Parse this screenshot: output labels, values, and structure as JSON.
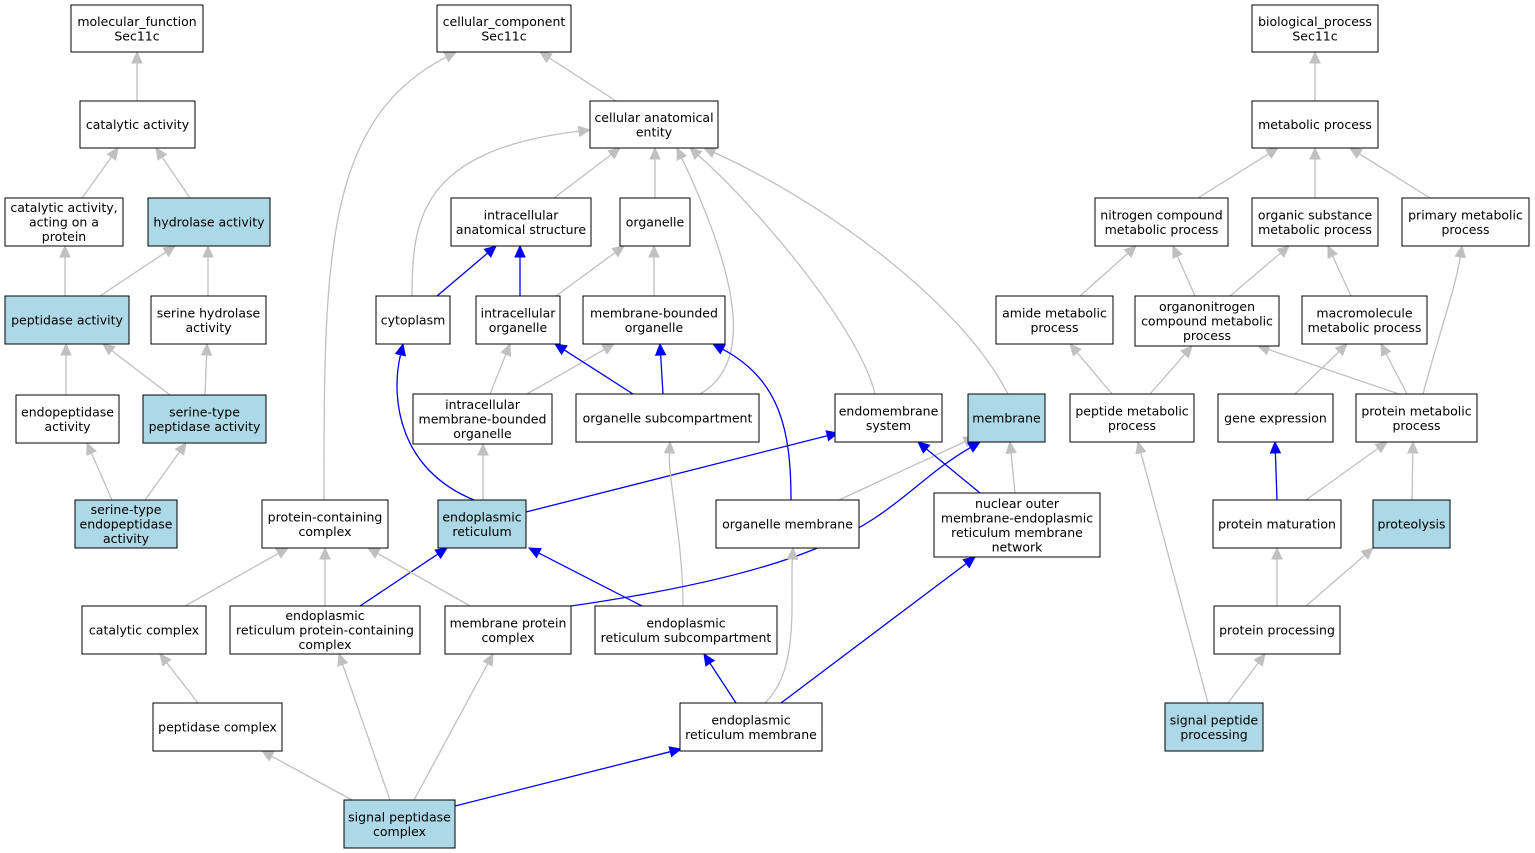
{
  "colors": {
    "highlight_fill": "#add8e6",
    "plain_fill": "#ffffff",
    "gray_edge": "#c0c0c0",
    "blue_edge": "#0000ff"
  },
  "nodes": [
    {
      "id": "mf",
      "lines": [
        "molecular_function",
        "Sec11c"
      ],
      "highlight": false
    },
    {
      "id": "cc",
      "lines": [
        "cellular_component",
        "Sec11c"
      ],
      "highlight": false
    },
    {
      "id": "bp",
      "lines": [
        "biological_process",
        "Sec11c"
      ],
      "highlight": false
    },
    {
      "id": "cat",
      "lines": [
        "catalytic activity"
      ],
      "highlight": false
    },
    {
      "id": "cae",
      "lines": [
        "cellular anatomical",
        "entity"
      ],
      "highlight": false
    },
    {
      "id": "met",
      "lines": [
        "metabolic process"
      ],
      "highlight": false
    },
    {
      "id": "caop",
      "lines": [
        "catalytic activity,",
        "acting on a",
        "protein"
      ],
      "highlight": false
    },
    {
      "id": "hyd",
      "lines": [
        "hydrolase activity"
      ],
      "highlight": true
    },
    {
      "id": "ias",
      "lines": [
        "intracellular",
        "anatomical structure"
      ],
      "highlight": false
    },
    {
      "id": "org",
      "lines": [
        "organelle"
      ],
      "highlight": false
    },
    {
      "id": "ncmp",
      "lines": [
        "nitrogen compound",
        "metabolic process"
      ],
      "highlight": false
    },
    {
      "id": "osmp",
      "lines": [
        "organic substance",
        "metabolic process"
      ],
      "highlight": false
    },
    {
      "id": "pmp",
      "lines": [
        "primary metabolic",
        "process"
      ],
      "highlight": false
    },
    {
      "id": "pep",
      "lines": [
        "peptidase activity"
      ],
      "highlight": true
    },
    {
      "id": "shyd",
      "lines": [
        "serine hydrolase",
        "activity"
      ],
      "highlight": false
    },
    {
      "id": "cyt",
      "lines": [
        "cytoplasm"
      ],
      "highlight": false
    },
    {
      "id": "iorg",
      "lines": [
        "intracellular",
        "organelle"
      ],
      "highlight": false
    },
    {
      "id": "mbo",
      "lines": [
        "membrane-bounded",
        "organelle"
      ],
      "highlight": false
    },
    {
      "id": "amp",
      "lines": [
        "amide metabolic",
        "process"
      ],
      "highlight": false
    },
    {
      "id": "oncmp",
      "lines": [
        "organonitrogen",
        "compound metabolic",
        "process"
      ],
      "highlight": false
    },
    {
      "id": "mmp",
      "lines": [
        "macromolecule",
        "metabolic process"
      ],
      "highlight": false
    },
    {
      "id": "endo",
      "lines": [
        "endopeptidase",
        "activity"
      ],
      "highlight": false
    },
    {
      "id": "stp",
      "lines": [
        "serine-type",
        "peptidase activity"
      ],
      "highlight": true
    },
    {
      "id": "imbo",
      "lines": [
        "intracellular",
        "membrane-bounded",
        "organelle"
      ],
      "highlight": false
    },
    {
      "id": "osc",
      "lines": [
        "organelle subcompartment"
      ],
      "highlight": false
    },
    {
      "id": "ems",
      "lines": [
        "endomembrane",
        "system"
      ],
      "highlight": false
    },
    {
      "id": "mem",
      "lines": [
        "membrane"
      ],
      "highlight": true
    },
    {
      "id": "pepmp",
      "lines": [
        "peptide metabolic",
        "process"
      ],
      "highlight": false
    },
    {
      "id": "ge",
      "lines": [
        "gene expression"
      ],
      "highlight": false
    },
    {
      "id": "prmp",
      "lines": [
        "protein metabolic",
        "process"
      ],
      "highlight": false
    },
    {
      "id": "ste",
      "lines": [
        "serine-type",
        "endopeptidase",
        "activity"
      ],
      "highlight": true
    },
    {
      "id": "pcc",
      "lines": [
        "protein-containing",
        "complex"
      ],
      "highlight": false
    },
    {
      "id": "er",
      "lines": [
        "endoplasmic",
        "reticulum"
      ],
      "highlight": true
    },
    {
      "id": "om",
      "lines": [
        "organelle membrane"
      ],
      "highlight": false
    },
    {
      "id": "nom",
      "lines": [
        "nuclear outer",
        "membrane-endoplasmic",
        "reticulum membrane",
        "network"
      ],
      "highlight": false
    },
    {
      "id": "pmat",
      "lines": [
        "protein maturation"
      ],
      "highlight": false
    },
    {
      "id": "prot",
      "lines": [
        "proteolysis"
      ],
      "highlight": true
    },
    {
      "id": "catc",
      "lines": [
        "catalytic complex"
      ],
      "highlight": false
    },
    {
      "id": "erpcc",
      "lines": [
        "endoplasmic",
        "reticulum protein-containing",
        "complex"
      ],
      "highlight": false
    },
    {
      "id": "mpc",
      "lines": [
        "membrane protein",
        "complex"
      ],
      "highlight": false
    },
    {
      "id": "ersc",
      "lines": [
        "endoplasmic",
        "reticulum subcompartment"
      ],
      "highlight": false
    },
    {
      "id": "pproc",
      "lines": [
        "protein processing"
      ],
      "highlight": false
    },
    {
      "id": "pepc",
      "lines": [
        "peptidase complex"
      ],
      "highlight": false
    },
    {
      "id": "erm",
      "lines": [
        "endoplasmic",
        "reticulum membrane"
      ],
      "highlight": false
    },
    {
      "id": "spp",
      "lines": [
        "signal peptide",
        "processing"
      ],
      "highlight": true
    },
    {
      "id": "spc",
      "lines": [
        "signal peptidase",
        "complex"
      ],
      "highlight": true
    }
  ],
  "edges": [
    {
      "from": "cat",
      "to": "mf",
      "color": "gray"
    },
    {
      "from": "caop",
      "to": "cat",
      "color": "gray"
    },
    {
      "from": "hyd",
      "to": "cat",
      "color": "gray"
    },
    {
      "from": "pep",
      "to": "caop",
      "color": "gray"
    },
    {
      "from": "pep",
      "to": "hyd",
      "color": "gray"
    },
    {
      "from": "shyd",
      "to": "hyd",
      "color": "gray"
    },
    {
      "from": "endo",
      "to": "pep",
      "color": "gray"
    },
    {
      "from": "stp",
      "to": "pep",
      "color": "gray"
    },
    {
      "from": "stp",
      "to": "shyd",
      "color": "gray"
    },
    {
      "from": "ste",
      "to": "endo",
      "color": "gray"
    },
    {
      "from": "ste",
      "to": "stp",
      "color": "gray"
    },
    {
      "from": "cae",
      "to": "cc",
      "color": "gray"
    },
    {
      "from": "pcc",
      "to": "cc",
      "color": "gray"
    },
    {
      "from": "ias",
      "to": "cae",
      "color": "gray"
    },
    {
      "from": "org",
      "to": "cae",
      "color": "gray"
    },
    {
      "from": "cyt",
      "to": "cae",
      "color": "gray"
    },
    {
      "from": "osc",
      "to": "cae",
      "color": "gray"
    },
    {
      "from": "ems",
      "to": "cae",
      "color": "gray"
    },
    {
      "from": "mem",
      "to": "cae",
      "color": "gray"
    },
    {
      "from": "cyt",
      "to": "ias",
      "color": "blue"
    },
    {
      "from": "iorg",
      "to": "ias",
      "color": "blue"
    },
    {
      "from": "iorg",
      "to": "org",
      "color": "gray"
    },
    {
      "from": "mbo",
      "to": "org",
      "color": "gray"
    },
    {
      "from": "imbo",
      "to": "iorg",
      "color": "gray"
    },
    {
      "from": "imbo",
      "to": "mbo",
      "color": "gray"
    },
    {
      "from": "osc",
      "to": "iorg",
      "color": "blue"
    },
    {
      "from": "osc",
      "to": "mbo",
      "color": "blue"
    },
    {
      "from": "om",
      "to": "mbo",
      "color": "blue"
    },
    {
      "from": "er",
      "to": "cyt",
      "color": "blue"
    },
    {
      "from": "er",
      "to": "imbo",
      "color": "gray"
    },
    {
      "from": "er",
      "to": "ems",
      "color": "blue"
    },
    {
      "from": "om",
      "to": "mem",
      "color": "gray"
    },
    {
      "from": "nom",
      "to": "ems",
      "color": "blue"
    },
    {
      "from": "nom",
      "to": "mem",
      "color": "gray"
    },
    {
      "from": "ersc",
      "to": "osc",
      "color": "gray"
    },
    {
      "from": "ersc",
      "to": "er",
      "color": "blue"
    },
    {
      "from": "erpcc",
      "to": "er",
      "color": "blue"
    },
    {
      "from": "mpc",
      "to": "mem",
      "color": "blue"
    },
    {
      "from": "catc",
      "to": "pcc",
      "color": "gray"
    },
    {
      "from": "erpcc",
      "to": "pcc",
      "color": "gray"
    },
    {
      "from": "mpc",
      "to": "pcc",
      "color": "gray"
    },
    {
      "from": "erm",
      "to": "ersc",
      "color": "blue"
    },
    {
      "from": "erm",
      "to": "om",
      "color": "gray"
    },
    {
      "from": "erm",
      "to": "nom",
      "color": "blue"
    },
    {
      "from": "pepc",
      "to": "catc",
      "color": "gray"
    },
    {
      "from": "spc",
      "to": "pepc",
      "color": "gray"
    },
    {
      "from": "spc",
      "to": "erpcc",
      "color": "gray"
    },
    {
      "from": "spc",
      "to": "mpc",
      "color": "gray"
    },
    {
      "from": "spc",
      "to": "erm",
      "color": "blue"
    },
    {
      "from": "met",
      "to": "bp",
      "color": "gray"
    },
    {
      "from": "ncmp",
      "to": "met",
      "color": "gray"
    },
    {
      "from": "osmp",
      "to": "met",
      "color": "gray"
    },
    {
      "from": "pmp",
      "to": "met",
      "color": "gray"
    },
    {
      "from": "amp",
      "to": "ncmp",
      "color": "gray"
    },
    {
      "from": "oncmp",
      "to": "ncmp",
      "color": "gray"
    },
    {
      "from": "oncmp",
      "to": "osmp",
      "color": "gray"
    },
    {
      "from": "mmp",
      "to": "osmp",
      "color": "gray"
    },
    {
      "from": "pepmp",
      "to": "amp",
      "color": "gray"
    },
    {
      "from": "pepmp",
      "to": "oncmp",
      "color": "gray"
    },
    {
      "from": "prmp",
      "to": "oncmp",
      "color": "gray"
    },
    {
      "from": "ge",
      "to": "mmp",
      "color": "gray"
    },
    {
      "from": "prmp",
      "to": "mmp",
      "color": "gray"
    },
    {
      "from": "prmp",
      "to": "pmp",
      "color": "gray"
    },
    {
      "from": "pmat",
      "to": "ge",
      "color": "blue"
    },
    {
      "from": "pmat",
      "to": "prmp",
      "color": "gray"
    },
    {
      "from": "prot",
      "to": "prmp",
      "color": "gray"
    },
    {
      "from": "pproc",
      "to": "pmat",
      "color": "gray"
    },
    {
      "from": "pproc",
      "to": "prot",
      "color": "gray"
    },
    {
      "from": "spp",
      "to": "pepmp",
      "color": "gray"
    },
    {
      "from": "spp",
      "to": "pproc",
      "color": "gray"
    }
  ]
}
